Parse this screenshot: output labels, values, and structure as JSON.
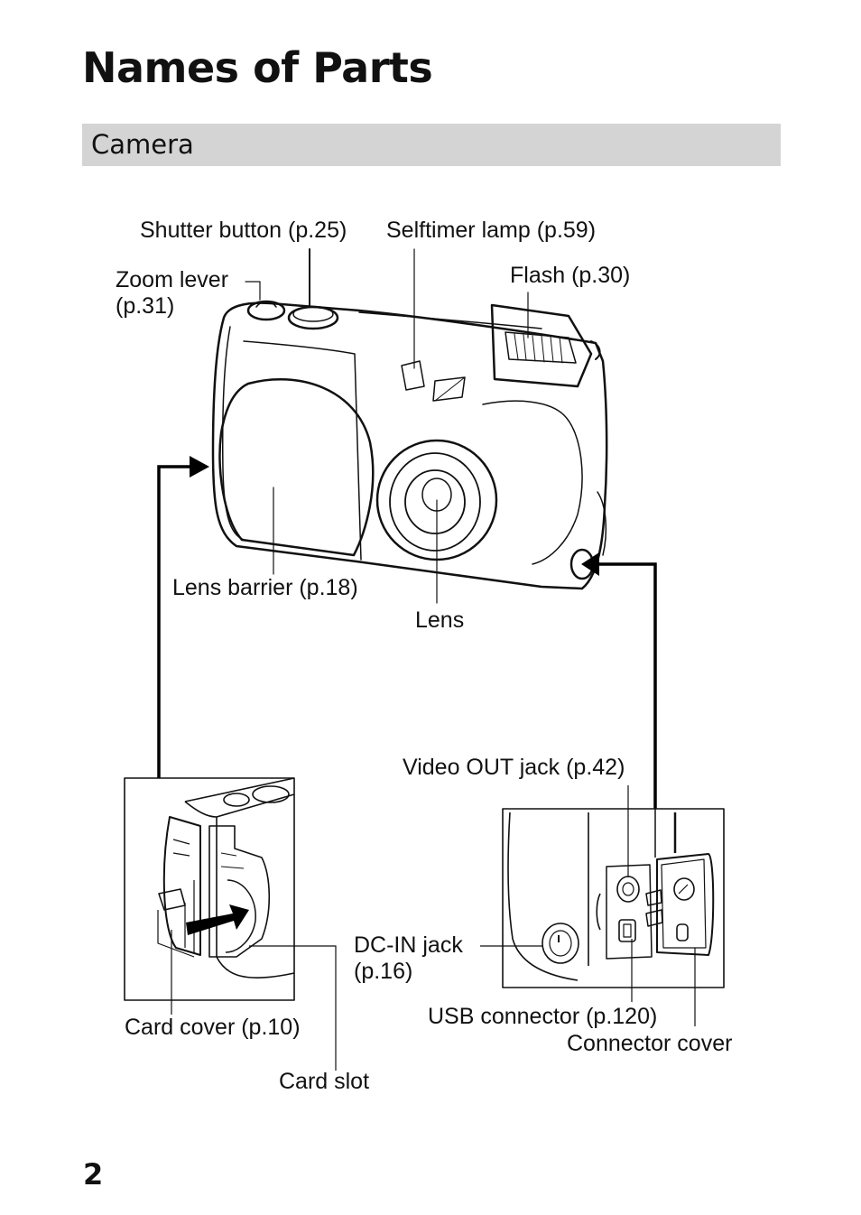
{
  "page": {
    "title": "Names of Parts",
    "section": "Camera",
    "page_number": "2"
  },
  "labels": {
    "shutter_button": "Shutter button (p.25)",
    "selftimer_lamp": "Selftimer lamp (p.59)",
    "zoom_lever": "Zoom lever\n(p.31)",
    "flash": "Flash (p.30)",
    "lens_barrier": "Lens barrier (p.18)",
    "lens": "Lens",
    "video_out_jack": "Video OUT jack (p.42)",
    "dc_in_jack": "DC-IN jack\n(p.16)",
    "usb_connector": "USB connector (p.120)",
    "connector_cover": "Connector cover",
    "card_cover": "Card cover (p.10)",
    "card_slot": "Card slot"
  }
}
